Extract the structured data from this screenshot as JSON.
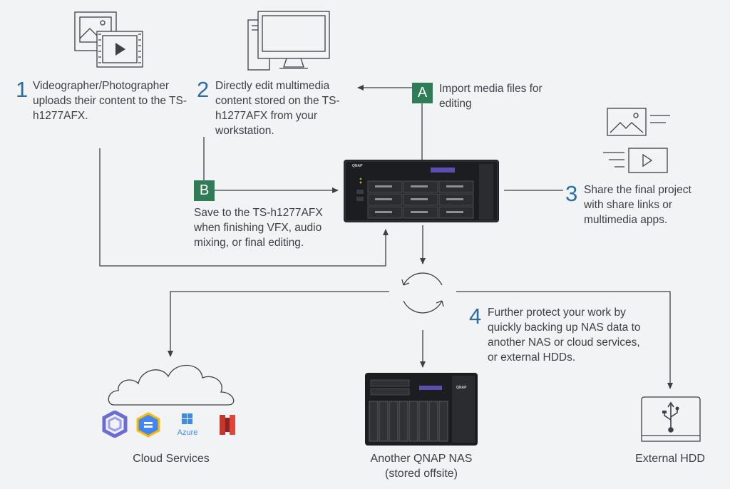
{
  "steps": {
    "s1": {
      "num": "1",
      "text": "Videographer/Photographer uploads their content to the TS-h1277AFX."
    },
    "s2": {
      "num": "2",
      "text": "Directly edit multimedia content stored on the TS-h1277AFX from your workstation."
    },
    "s3": {
      "num": "3",
      "text": "Share the final project with share links or multimedia apps."
    },
    "s4": {
      "num": "4",
      "text": "Further protect your work by quickly backing up NAS data to another NAS or cloud services, or external HDDs."
    }
  },
  "badges": {
    "a": {
      "letter": "A",
      "text": "Import media files for editing"
    },
    "b": {
      "letter": "B",
      "text": "Save to the TS-h1277AFX when finishing VFX, audio mixing, or final editing."
    }
  },
  "devices": {
    "nas_main_brand": "QNAP",
    "nas_offsite_brand": "QNAP",
    "azure_text": "Azure"
  },
  "targets": {
    "cloud": "Cloud Services",
    "offsite_line1": "Another QNAP NAS",
    "offsite_line2": "(stored offsite)",
    "hdd": "External HDD"
  },
  "colors": {
    "accent_number": "#2a6ea3",
    "badge_green": "#2e7d57",
    "line": "#3d4147"
  }
}
